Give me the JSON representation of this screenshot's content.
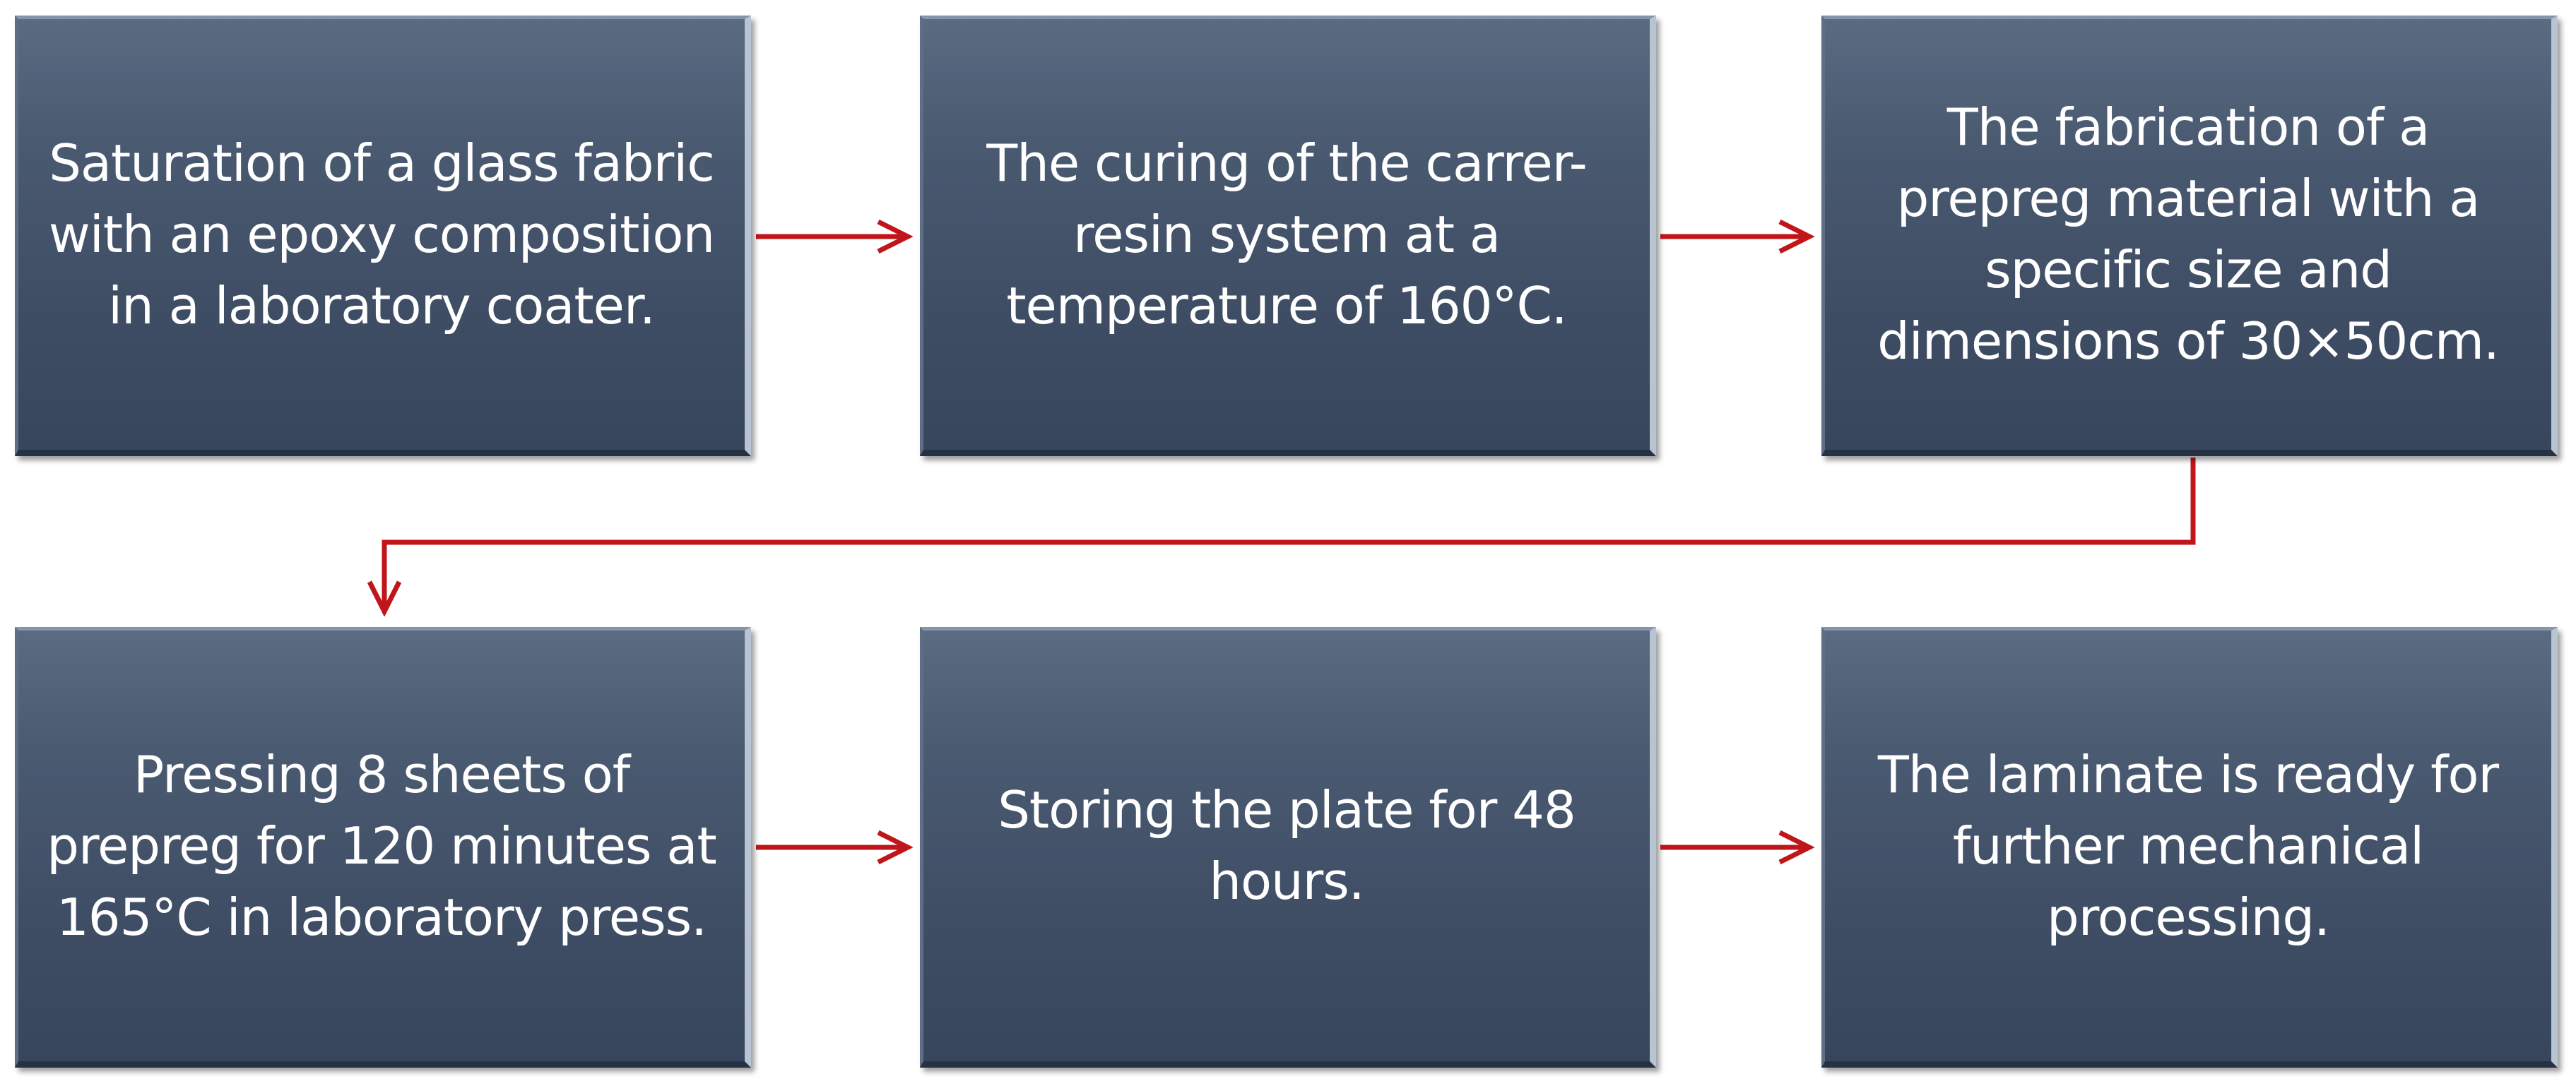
{
  "colors": {
    "box_fill": "#3f4e65",
    "box_text": "#ffffff",
    "arrow": "#c0161b"
  },
  "steps": [
    {
      "text": "Saturation of a glass fabric with an epoxy composition in a laboratory coater."
    },
    {
      "text": "The curing of the carrer-resin system at a temperature of 160°C."
    },
    {
      "text": "The fabrication of a prepreg material with a specific size and dimensions of 30×50cm."
    },
    {
      "text": "Pressing 8 sheets of prepreg for 120 minutes at 165°C in laboratory press."
    },
    {
      "text": "Storing the plate for 48 hours."
    },
    {
      "text": "The laminate is ready for further mechanical processing."
    }
  ]
}
